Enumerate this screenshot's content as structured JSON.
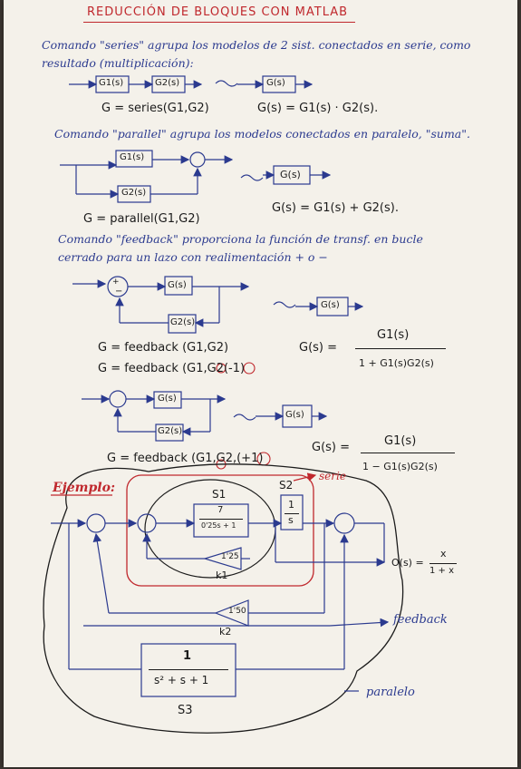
{
  "title": "REDUCCIÓN DE BLOQUES CON MATLAB",
  "series": {
    "line1": "Comando \"series\" agrupa los modelos de 2 sist. conectados en serie, como",
    "line2": "resultado (multiplicación):",
    "block1": "G1(s)",
    "block2": "G2(s)",
    "result_block": "G(s)",
    "cmd": "G = series(G1,G2)",
    "formula": "G(s) = G1(s) · G2(s)."
  },
  "parallel": {
    "line1": "Comando \"parallel\" agrupa los modelos conectados en paralelo, \"suma\".",
    "block1": "G1(s)",
    "block2": "G2(s)",
    "result_block": "G(s)",
    "cmd": "G = parallel(G1,G2)",
    "formula": "G(s) = G1(s) + G2(s)."
  },
  "feedback": {
    "line1": "Comando \"feedback\" proporciona la función de transf. en bucle",
    "line2": "cerrado para un lazo con realimentación  + o −",
    "block1": "G(s)",
    "block2": "G2(s)",
    "result_block": "G(s)",
    "cmd1": "G = feedback (G1,G2)",
    "cmd2": "G = feedback (G1,G2(-1)",
    "formula_lhs": "G(s) =",
    "formula_num": "G1(s)",
    "formula_den": "1 + G1(s)G2(s)",
    "sign_minus": "−",
    "sign_plus": "+"
  },
  "feedback_pos": {
    "block1": "G(s)",
    "block2": "G2(s)",
    "result_block": "G(s)",
    "cmd": "G = feedback (G1,G2,(+1)",
    "formula_lhs": "G(s) =",
    "formula_num": "G1(s)",
    "formula_den": "1 − G1(s)G2(s)"
  },
  "example": {
    "label": "Ejemplo:",
    "serie_tag": "serie",
    "s1_label": "S1",
    "s1_num": "7",
    "s1_den": "0'25s + 1",
    "s2_label": "S2",
    "s2_num": "1",
    "s2_den": "s",
    "k1_value": "1'25",
    "k1_label": "k1",
    "k2_value": "1'50",
    "k2_label": "k2",
    "s3_num": "1",
    "s3_den": "s² + s + 1",
    "s3_label": "S3",
    "out_formula": "O(s) =",
    "out_num": "x",
    "out_den": "1 + x",
    "feedback_tag": "feedback",
    "paralelo_tag": "paralelo"
  },
  "colors": {
    "ink_blue": "#2b3a8f",
    "ink_red": "#c0282d",
    "paper": "#f4f1ea"
  }
}
